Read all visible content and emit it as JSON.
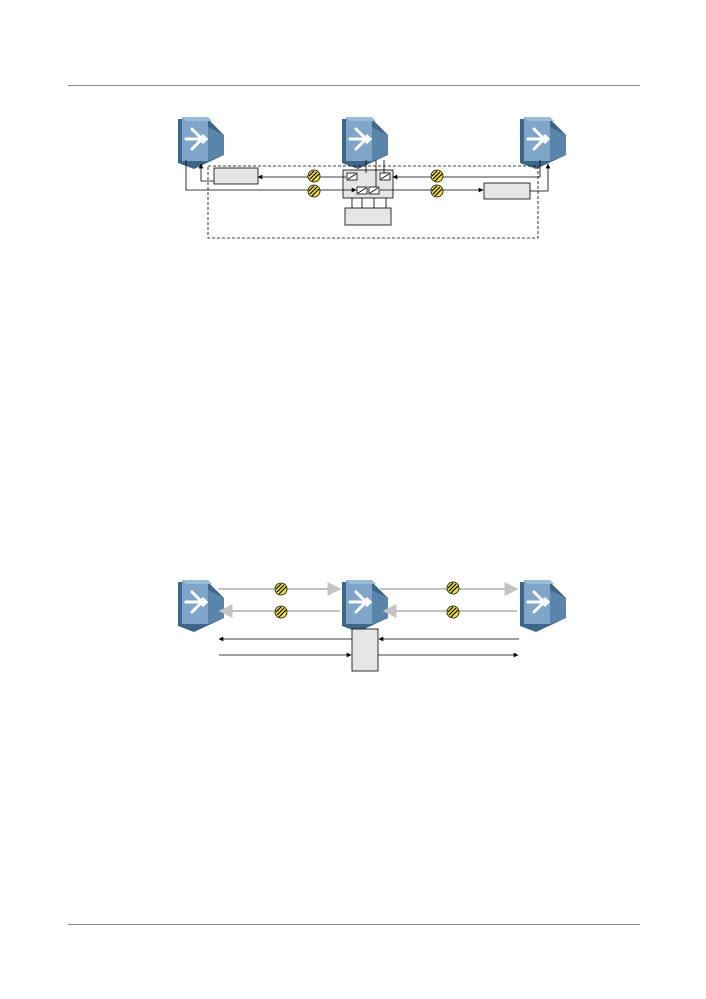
{
  "page": {
    "background": "#ffffff",
    "rule_color": "#8a8a8a"
  },
  "icons": {
    "router": "router-icon",
    "fault": "fiber-fault-marker-icon",
    "switch": "optical-switch-icon"
  },
  "colors": {
    "router_face": "#7fa6c9",
    "router_dark": "#3f6688",
    "router_side": "#5a85ab",
    "fault_fill": "#f2e33a",
    "box_fill": "#e6e6e6",
    "gray_link": "#c4c4c4",
    "line": "#000000"
  },
  "figure1": {
    "routers": [
      "left",
      "center",
      "right"
    ],
    "boxes": [
      "left-box",
      "right-box",
      "center-box"
    ],
    "faults": 4
  },
  "figure2": {
    "routers": [
      "left",
      "center",
      "right"
    ],
    "boxes": [
      "center-box"
    ],
    "faults": 4
  }
}
